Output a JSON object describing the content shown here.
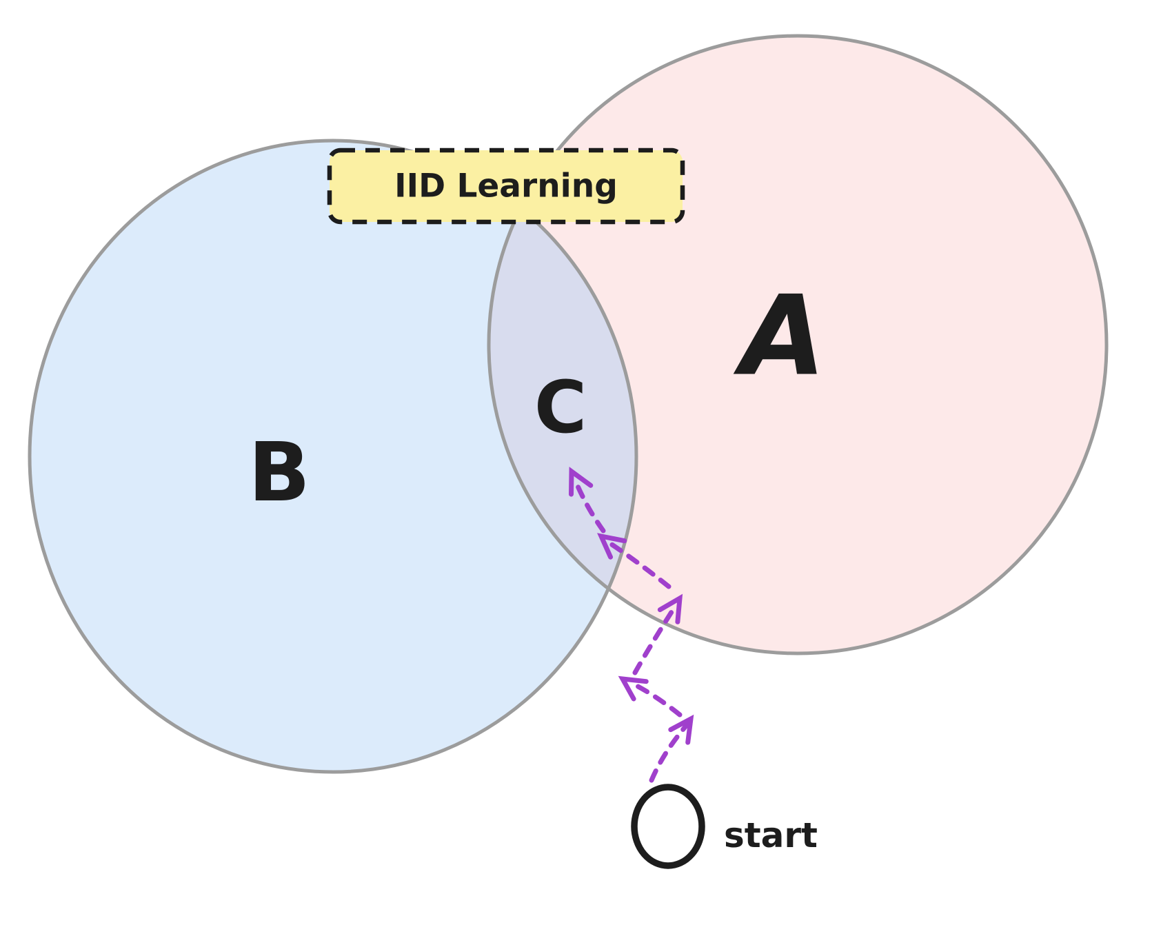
{
  "diagram": {
    "title_box": {
      "label": "IID Learning"
    },
    "circle_a": {
      "label": "A"
    },
    "circle_b": {
      "label": "B"
    },
    "intersection": {
      "label": "C"
    },
    "start_marker": {
      "label": "start"
    },
    "colors": {
      "circle_a_fill": "#fde9e9",
      "circle_b_fill": "#dcebfb",
      "overlap_fill": "#d8dcee",
      "circle_stroke": "#9c9c9c",
      "title_box_fill": "#fbf0a3",
      "title_box_border": "#1c1c1c",
      "arrow": "#a040cc",
      "start_circle_stroke": "#1d1d1d",
      "text": "#1d1d1d"
    }
  }
}
